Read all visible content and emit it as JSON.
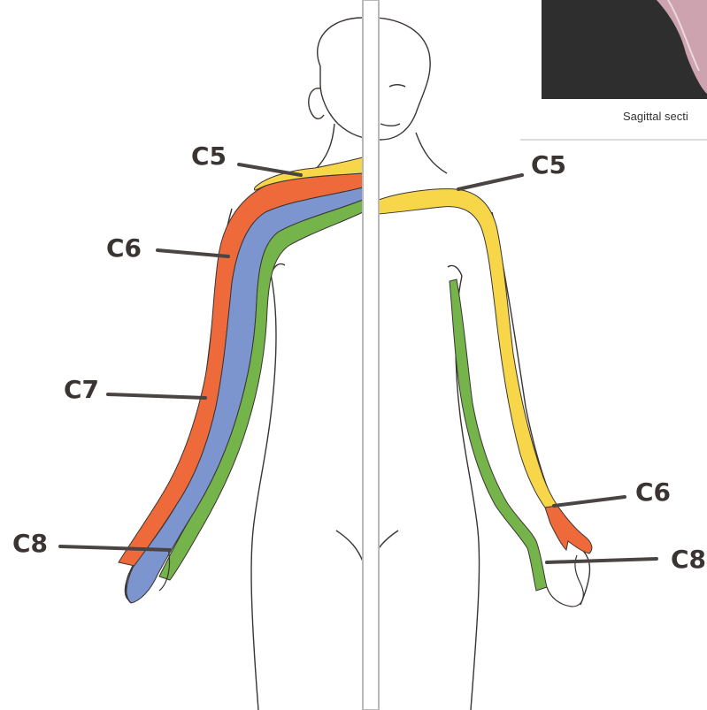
{
  "colors": {
    "c5": "#f7d64a",
    "c6": "#ef6a3a",
    "c7": "#7c95cf",
    "c8": "#74b44a",
    "outline": "#3a3532",
    "leader": "#4a4442",
    "divider": "#b9b9b9",
    "inset": "#2e2e2e"
  },
  "inset": {
    "caption": "Sagittal secti"
  },
  "labels": {
    "c5_left": "C5",
    "c6_left": "C6",
    "c7_left": "C7",
    "c8_left": "C8",
    "c5_right": "C5",
    "c6_right": "C6",
    "c8_right": "C8"
  }
}
